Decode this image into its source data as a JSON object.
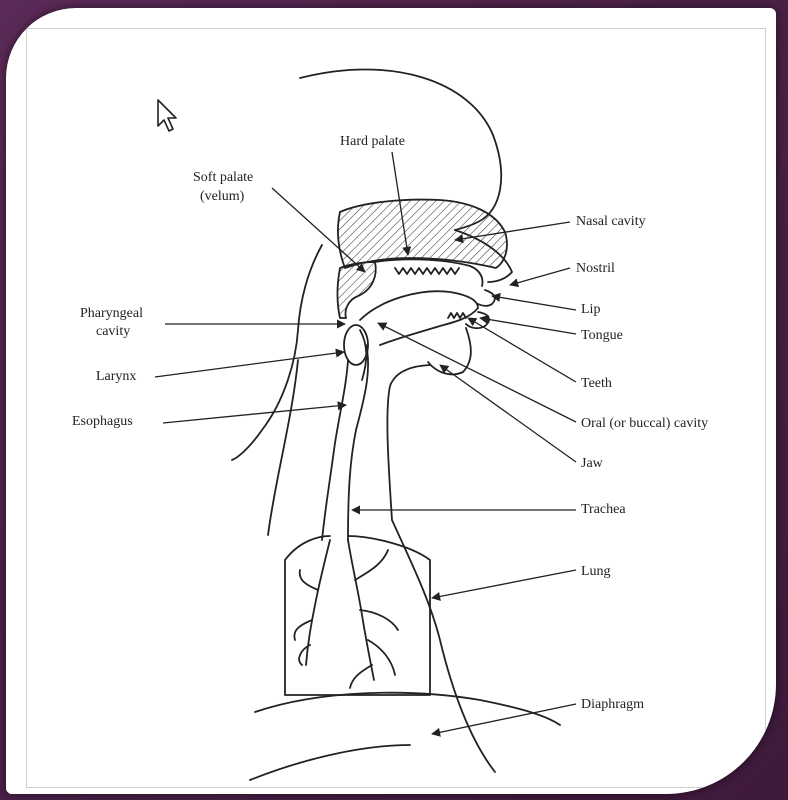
{
  "diagram": {
    "labels": {
      "hard_palate": "Hard palate",
      "soft_palate_1": "Soft palate",
      "soft_palate_2": "(velum)",
      "nasal_cavity": "Nasal cavity",
      "nostril": "Nostril",
      "lip": "Lip",
      "tongue": "Tongue",
      "pharyngeal_1": "Pharyngeal",
      "pharyngeal_2": "cavity",
      "larynx": "Larynx",
      "teeth": "Teeth",
      "esophagus": "Esophagus",
      "oral_cavity": "Oral (or buccal) cavity",
      "jaw": "Jaw",
      "trachea": "Trachea",
      "lung": "Lung",
      "diaphragm": "Diaphragm"
    }
  },
  "colors": {
    "slide_background": "#4a2147",
    "card": "#ffffff",
    "ink": "#222222"
  },
  "icons": {
    "cursor": "mouse-pointer-icon"
  }
}
